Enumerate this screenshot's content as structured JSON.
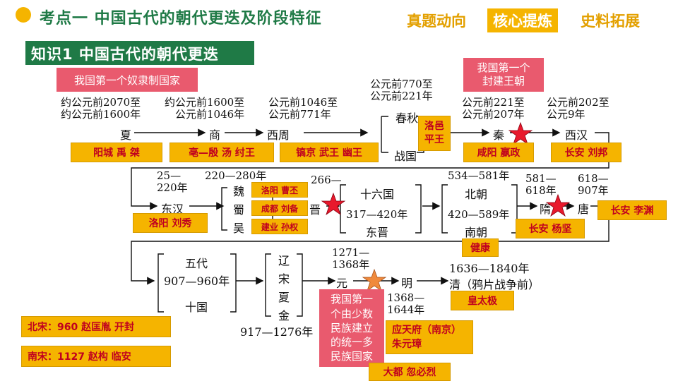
{
  "header": {
    "title": "考点一  中国古代的朝代更迭及阶段特征",
    "tabs": [
      "真题动向",
      "核心提炼",
      "史料拓展"
    ],
    "active_tab_index": 1
  },
  "section": {
    "title": "知识1  中国古代的朝代更迭"
  },
  "pink_notes": {
    "slave_state": "我国第一个奴隶制国家",
    "feudal_dynasty": "我国第一个封建王朝",
    "yuan": [
      "我国第一",
      "个由少数",
      "民族建立",
      "的统一多",
      "民族国家"
    ]
  },
  "row1": {
    "xia_date": [
      "约公元前2070至",
      "约公元前1600年"
    ],
    "shang_date": [
      "约公元前1600至",
      "公元前1046年"
    ],
    "xizhou_date": [
      "公元前1046至",
      "公元前771年"
    ],
    "chunqiu_date": [
      "公元前770至",
      "公元前221年"
    ],
    "qin_date": [
      "公元前221至",
      "公元前207年"
    ],
    "xihan_date": [
      "公元前202至",
      "公元9年"
    ],
    "xia": "夏",
    "shang": "商",
    "xizhou": "西周",
    "chunqiu": "春秋",
    "zhanguo": "战国",
    "qin": "秦",
    "xihan": "西汉",
    "box_xia": "阳城  禹  桀",
    "box_shang": "亳—殷  汤 纣王",
    "box_xizhou": "镐京 武王 幽王",
    "box_luoyi": [
      "洛邑",
      "平王"
    ],
    "box_qin": "咸阳 嬴政",
    "box_xihan": "长安 刘邦"
  },
  "row2": {
    "donghan_date": [
      "25—",
      "220年"
    ],
    "donghan": "东汉",
    "sanguo_date": "220—280年",
    "wei": "魏",
    "shu": "蜀",
    "wu": "吴",
    "box_wei": "洛阳 曹丕",
    "box_shu": "成都 刘备",
    "box_wu": "建业 孙权",
    "jin_date": "266—",
    "jin": "晋",
    "shiliuguo": "十六国",
    "dongjin_date": "317—420年",
    "dongjin": "东晋",
    "beichao_date": "534—581年",
    "beichao": "北朝",
    "nanchao_date": "420—589年",
    "nanchao": "南朝",
    "box_nanchao": "健康",
    "sui_date": [
      "581—",
      "618年"
    ],
    "sui": "隋",
    "tang_date": [
      "618—",
      "907年"
    ],
    "tang": "唐",
    "box_donghan": "洛阳 刘秀",
    "box_sui": "长安 杨坚",
    "box_tang": "长安 李渊"
  },
  "row3": {
    "wudai": "五代",
    "wudai_date": "907—960年",
    "shiguo": "十国",
    "liao": "辽",
    "song": "宋",
    "xia": "夏",
    "jin": "金",
    "song_date": "917—1276年",
    "yuan_date": [
      "1271—",
      "1368年"
    ],
    "yuan": "元",
    "ming": "明",
    "ming_date": [
      "1368—",
      "1644年"
    ],
    "qing_date": "1636—1840年",
    "qing": "清（鸦片战争前）",
    "box_qing": "皇太极",
    "box_ming": [
      "应天府（南京）",
      "朱元璋"
    ],
    "box_yuan": "大都 忽必烈",
    "box_beisong": "北宋：960 赵匡胤 开封",
    "box_nansong": "南宋：1127 赵构 临安"
  },
  "colors": {
    "green": "#1f7a46",
    "yellow": "#f5b400",
    "pink": "#e95a6e",
    "red": "#c0001f",
    "star": "#e8192c",
    "orange_star": "#f08a3c"
  }
}
